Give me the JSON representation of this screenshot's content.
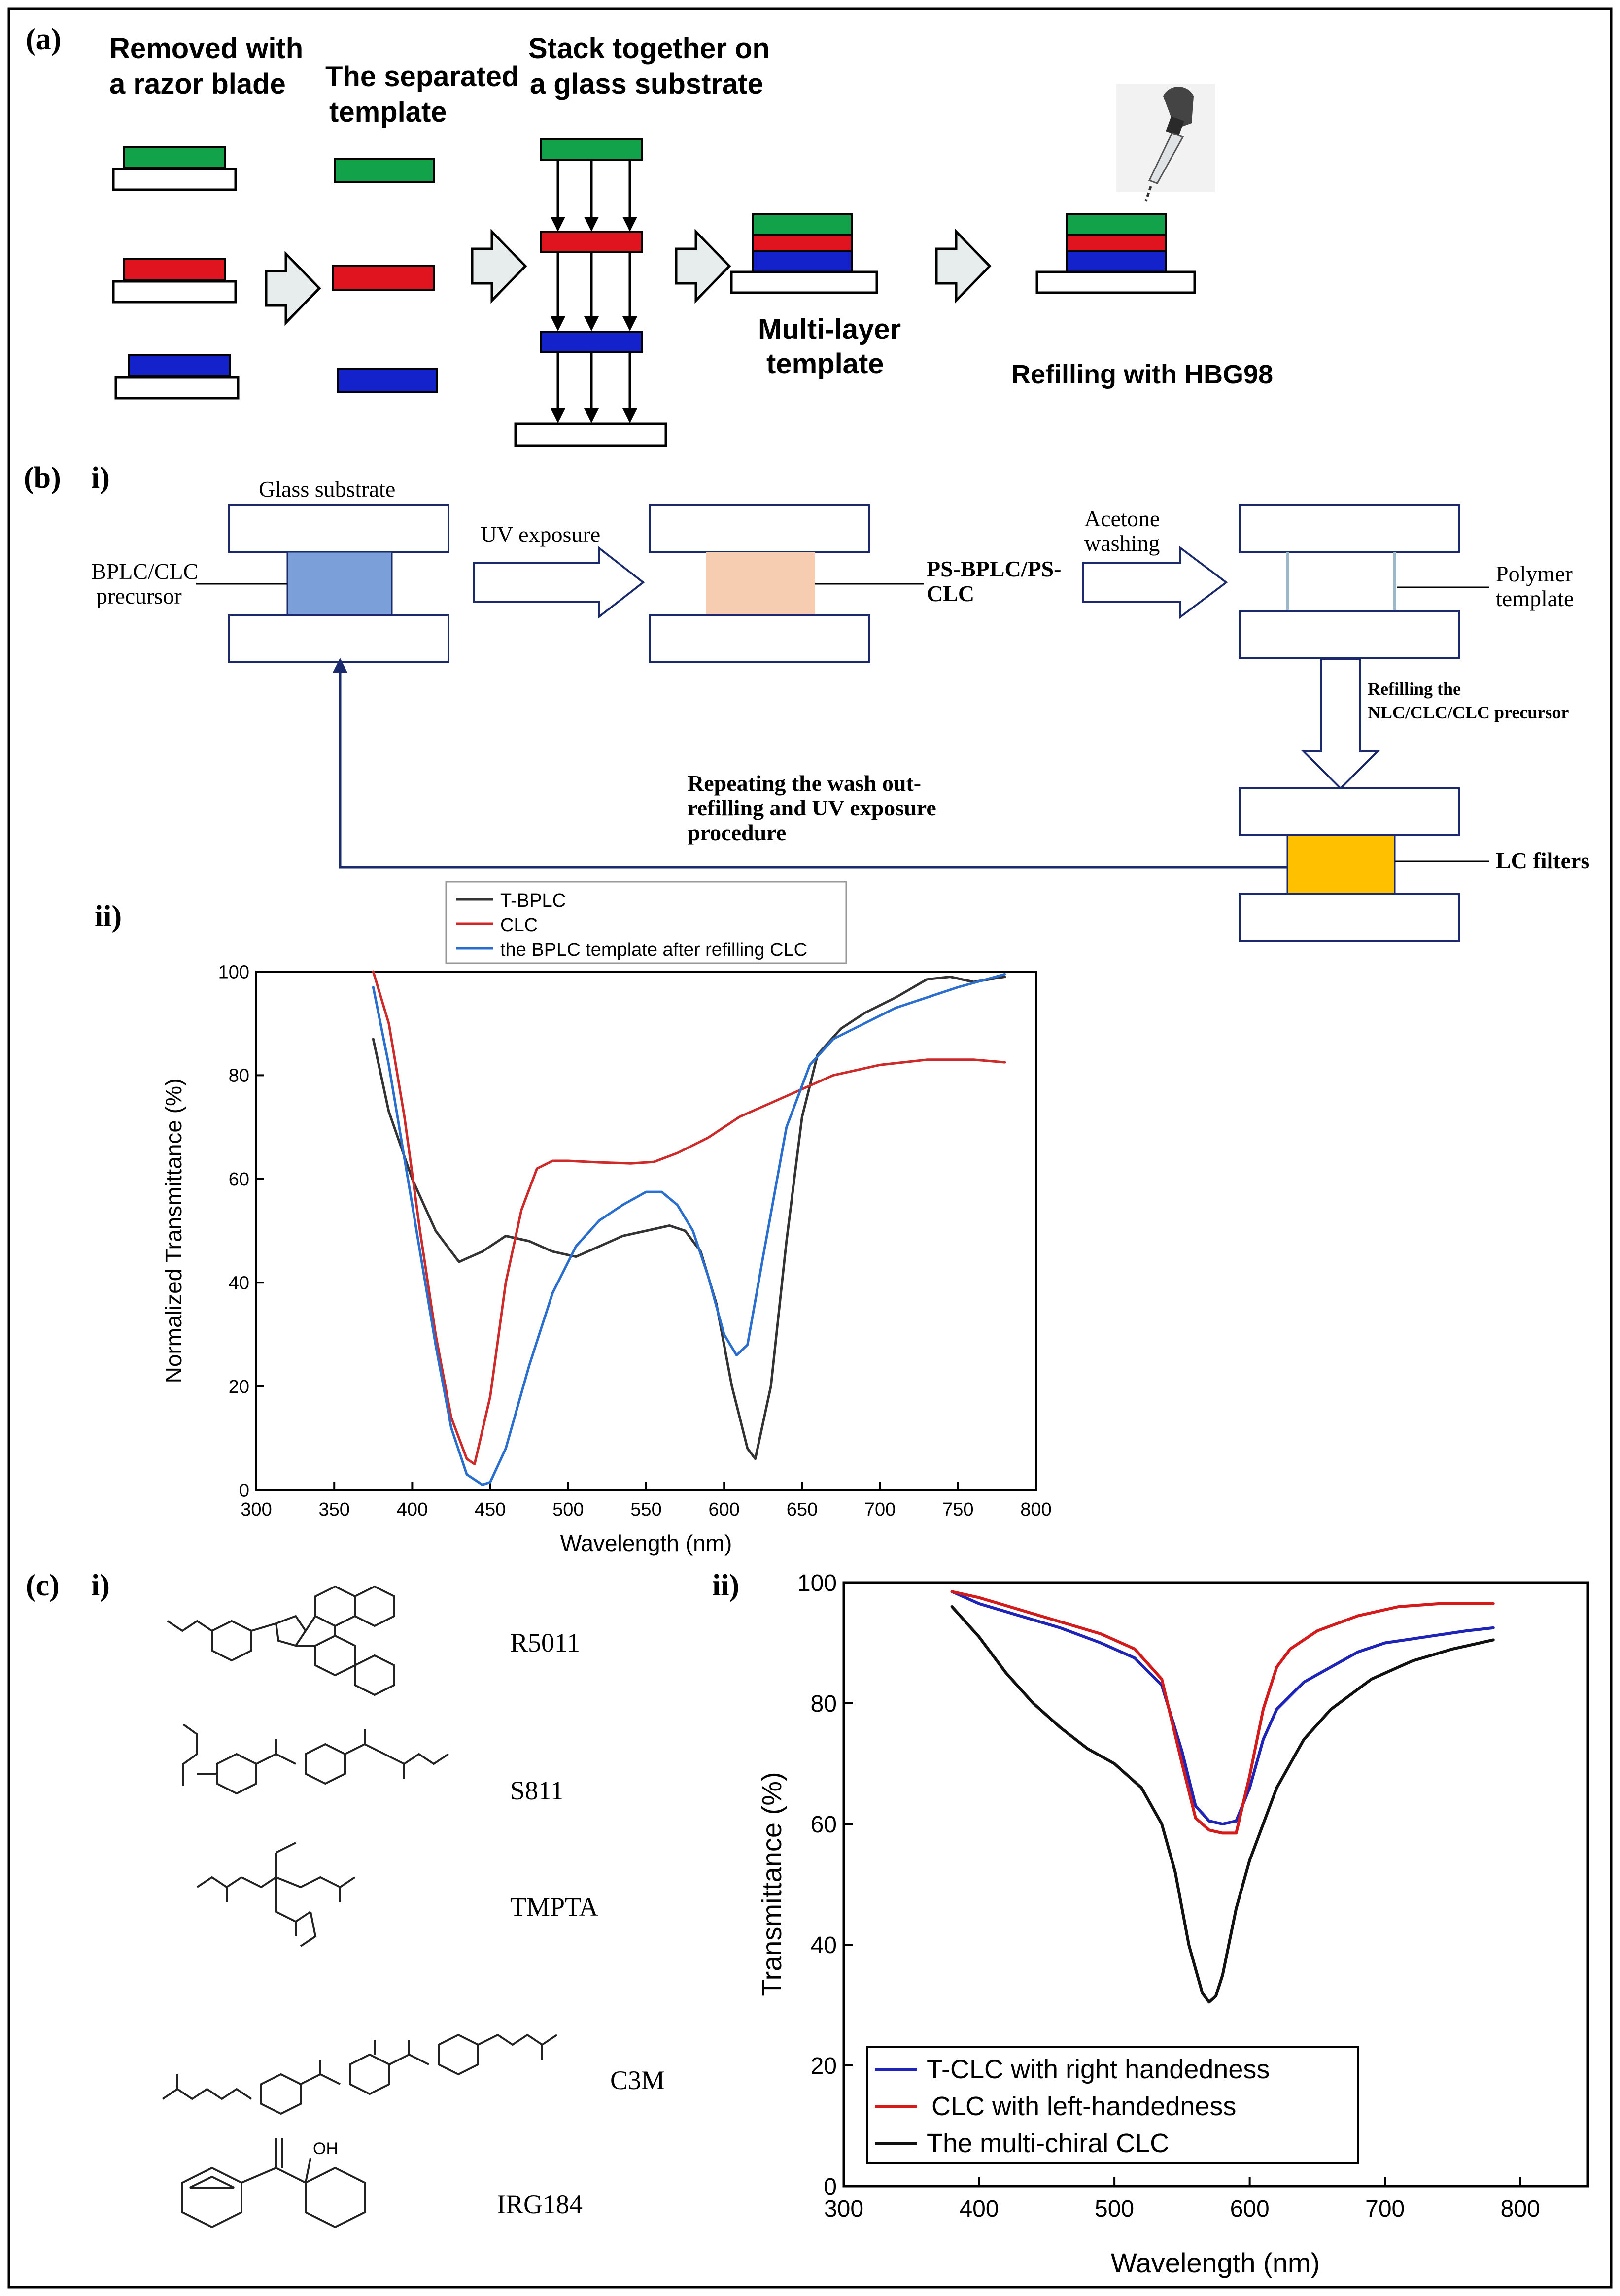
{
  "panel_a": {
    "panel_label": "(a)",
    "steps": {
      "removed": [
        "Removed with",
        "a razor blade"
      ],
      "separated": [
        "The separated",
        "template"
      ],
      "stack": [
        "Stack together on",
        "a glass substrate"
      ],
      "multilayer": [
        "Multi-layer",
        "template"
      ],
      "refilling": "Refilling with HBG98"
    }
  },
  "panel_b": {
    "panel_label": "(b)",
    "sub_i": "i)",
    "sub_ii": "ii)",
    "glass_substrate": "Glass substrate",
    "precursor": [
      "BPLC/CLC",
      "precursor"
    ],
    "uv_exposure": "UV exposure",
    "ps_bplc": [
      "PS-BPLC/PS-",
      "CLC"
    ],
    "acetone": [
      "Acetone",
      "washing"
    ],
    "polymer_template": [
      "Polymer",
      "template"
    ],
    "refilling_nlc": [
      "Refilling the",
      "NLC/CLC/CLC precursor"
    ],
    "repeating": [
      "Repeating the wash out-",
      "refilling and UV exposure",
      "procedure"
    ],
    "lc_filters": "LC filters"
  },
  "panel_c": {
    "panel_label": "(c)",
    "sub_i": "i)",
    "sub_ii": "ii)",
    "molecules": [
      "R5011",
      "S811",
      "TMPTA",
      "C3M",
      "IRG184"
    ],
    "oh_label": "OH"
  },
  "colors": {
    "green": "#12a34a",
    "red": "#e0141e",
    "blue": "#1422cc",
    "precursor_fill": "#7b9fd9",
    "ps_fill": "#f6cdb0",
    "lc_fill": "#ffc000",
    "arrow_fill": "#e7ecec"
  },
  "chart_data": [
    {
      "type": "line",
      "title": "",
      "xlabel": "Wavelength  (nm)",
      "ylabel": "Normalized Transmittance (%)",
      "xlim": [
        300,
        800
      ],
      "ylim": [
        0,
        100
      ],
      "xticks": [
        300,
        350,
        400,
        450,
        500,
        550,
        600,
        650,
        700,
        750,
        800
      ],
      "yticks": [
        0,
        20,
        40,
        60,
        80,
        100
      ],
      "legend_position": "top-left",
      "series": [
        {
          "name": "T-BPLC",
          "color": "#333333",
          "x": [
            375,
            385,
            400,
            415,
            430,
            445,
            460,
            475,
            490,
            505,
            520,
            535,
            550,
            565,
            575,
            585,
            595,
            605,
            615,
            620,
            630,
            640,
            650,
            660,
            675,
            690,
            710,
            730,
            745,
            760,
            780
          ],
          "y": [
            87,
            73,
            60,
            50,
            44,
            46,
            49,
            48,
            46,
            45,
            47,
            49,
            50,
            51,
            50,
            46,
            36,
            20,
            8,
            6,
            20,
            48,
            72,
            84,
            89,
            92,
            95,
            98.5,
            99,
            98,
            99
          ]
        },
        {
          "name": "CLC",
          "color": "#cf2a2a",
          "x": [
            375,
            385,
            395,
            405,
            415,
            425,
            435,
            440,
            450,
            460,
            470,
            480,
            490,
            500,
            520,
            540,
            555,
            570,
            590,
            610,
            640,
            670,
            700,
            730,
            760,
            780
          ],
          "y": [
            100,
            90,
            72,
            50,
            30,
            14,
            6,
            5,
            18,
            40,
            54,
            62,
            63.5,
            63.5,
            63.2,
            63,
            63.3,
            65,
            68,
            72,
            76,
            80,
            82,
            83,
            83,
            82.5
          ]
        },
        {
          "name": "the BPLC template after refilling CLC",
          "color": "#2a6fcf",
          "x": [
            375,
            385,
            395,
            405,
            415,
            425,
            435,
            445,
            450,
            460,
            475,
            490,
            505,
            520,
            535,
            550,
            560,
            570,
            580,
            590,
            600,
            608,
            615,
            625,
            640,
            655,
            670,
            690,
            710,
            730,
            750,
            780
          ],
          "y": [
            97,
            82,
            64,
            46,
            28,
            12,
            3,
            1,
            1.5,
            8,
            24,
            38,
            47,
            52,
            55,
            57.5,
            57.5,
            55,
            50,
            41,
            30,
            26,
            28,
            45,
            70,
            82,
            87,
            90,
            93,
            95,
            97,
            99.5
          ]
        }
      ]
    },
    {
      "type": "line",
      "title": "",
      "xlabel": "Wavelength (nm)",
      "ylabel": "Transmittance (%)",
      "xlim": [
        300,
        850
      ],
      "ylim": [
        0,
        100
      ],
      "xticks": [
        300,
        400,
        500,
        600,
        700,
        800
      ],
      "yticks": [
        0,
        20,
        40,
        60,
        80,
        100
      ],
      "legend_position": "bottom-left",
      "series": [
        {
          "name": "T-CLC with right handedness",
          "color": "#1f24b8",
          "x": [
            380,
            400,
            430,
            460,
            490,
            515,
            535,
            550,
            560,
            570,
            580,
            590,
            600,
            610,
            620,
            640,
            660,
            680,
            700,
            730,
            760,
            780
          ],
          "y": [
            98.5,
            96.5,
            94.5,
            92.5,
            90,
            87.5,
            83,
            72,
            63,
            60.5,
            60,
            60.5,
            66,
            74,
            79,
            83.5,
            86,
            88.5,
            90,
            91,
            92,
            92.5
          ]
        },
        {
          "name": "CLC with left-handedness",
          "color": "#d41a1a",
          "x": [
            380,
            400,
            430,
            460,
            490,
            515,
            535,
            550,
            560,
            570,
            580,
            590,
            600,
            610,
            620,
            630,
            650,
            680,
            710,
            740,
            780
          ],
          "y": [
            98.5,
            97.5,
            95.5,
            93.5,
            91.5,
            89,
            84,
            70,
            61,
            59,
            58.5,
            58.5,
            68,
            79,
            86,
            89,
            92,
            94.5,
            96,
            96.5,
            96.5
          ]
        },
        {
          "name": "The multi-chiral CLC",
          "color": "#111111",
          "x": [
            380,
            400,
            420,
            440,
            460,
            480,
            500,
            520,
            535,
            545,
            555,
            565,
            570,
            575,
            580,
            590,
            600,
            620,
            640,
            660,
            690,
            720,
            750,
            780
          ],
          "y": [
            96,
            91,
            85,
            80,
            76,
            72.5,
            70,
            66,
            60,
            52,
            40,
            32,
            30.5,
            31.5,
            35,
            46,
            54,
            66,
            74,
            79,
            84,
            87,
            89,
            90.5
          ]
        }
      ]
    }
  ]
}
